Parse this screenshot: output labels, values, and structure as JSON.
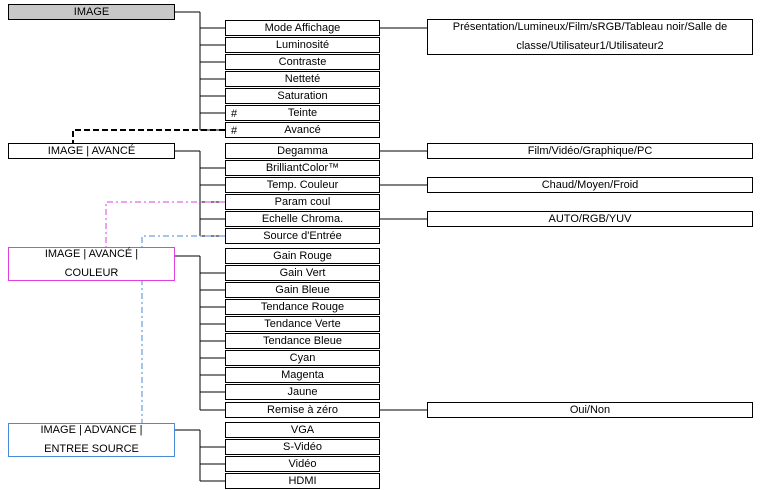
{
  "menus": {
    "image": {
      "title": "IMAGE",
      "items": [
        "Mode Affichage",
        "Luminosité",
        "Contraste",
        "Netteté",
        "Saturation",
        "Teinte",
        "Avancé"
      ],
      "marks": [
        "#",
        "#"
      ]
    },
    "avance": {
      "title": "IMAGE | AVANCÉ",
      "items": [
        "Degamma",
        "BrilliantColor™",
        "Temp. Couleur",
        "Param coul",
        "Echelle Chroma.",
        "Source d'Entrée"
      ]
    },
    "couleur": {
      "title": "IMAGE | AVANCÉ | COULEUR",
      "items": [
        "Gain Rouge",
        "Gain Vert",
        "Gain Bleue",
        "Tendance Rouge",
        "Tendance Verte",
        "Tendance Bleue",
        "Cyan",
        "Magenta",
        "Jaune",
        "Remise à zéro"
      ]
    },
    "source": {
      "title": "IMAGE | ADVANCE | ENTREE SOURCE",
      "items": [
        "VGA",
        "S-Vidéo",
        "Vidéo",
        "HDMI"
      ]
    }
  },
  "options": {
    "mode_affichage": "Présentation/Lumineux/Film/sRGB/Tableau noir/Salle de classe/Utilisateur1/Utilisateur2",
    "degamma": "Film/Vidéo/Graphique/PC",
    "temp_couleur": "Chaud/Moyen/Froid",
    "echelle_chroma": "AUTO/RGB/YUV",
    "remise": "Oui/Non"
  },
  "colors": {
    "header_fill": "#c8c8c8",
    "pink_link": "#e040e0",
    "blue_link": "#4a8ad6"
  }
}
